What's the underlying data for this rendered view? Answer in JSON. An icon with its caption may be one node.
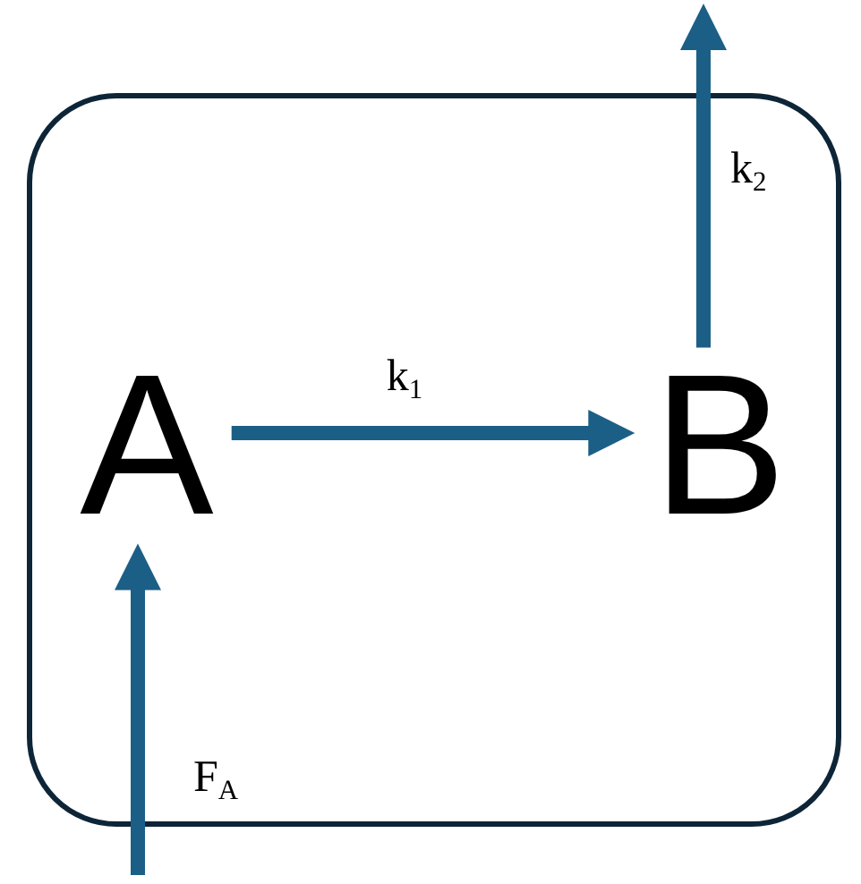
{
  "diagram": {
    "nodes": [
      {
        "text": [],
        "shape": "box"
      },
      {
        "text": [
          "A"
        ],
        "in": 0
      },
      {
        "text": [
          "B"
        ],
        "in": 0
      }
    ],
    "edges": [
      {
        "from": 1,
        "to": 2,
        "arrow": "to",
        "label": "k$_{1}$"
      },
      {
        "from": null,
        "to": 1,
        "arrow": "to",
        "label": "F$_{A}$"
      },
      {
        "from": 2,
        "to": null,
        "arrow": "to",
        "label": "k$_{2}$"
      }
    ]
  }
}
